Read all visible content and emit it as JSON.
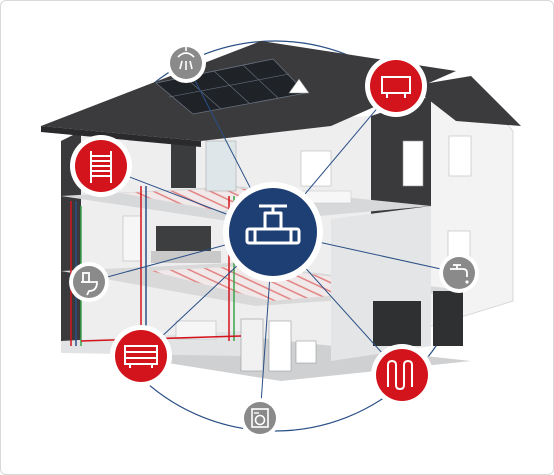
{
  "scene": {
    "subject": "house-cutaway-heating-plumbing",
    "colors": {
      "red": "#d4141c",
      "navy": "#1d3f73",
      "gray_icon": "#8a8a8a",
      "roof": "#3b3b3d",
      "wall": "#e9eaea",
      "dark_wall": "#3a3a3c",
      "floor_heating": "#e88a8a",
      "connector": "#2a4f86"
    },
    "icons": [
      {
        "id": "central",
        "icon": "pipe-fitting-icon",
        "style": "navy"
      },
      {
        "id": "shower",
        "icon": "shower-icon",
        "style": "gray"
      },
      {
        "id": "wall-radiator",
        "icon": "wall-radiator-icon",
        "style": "red"
      },
      {
        "id": "towel-radiator",
        "icon": "towel-radiator-icon",
        "style": "red"
      },
      {
        "id": "toilet",
        "icon": "toilet-icon",
        "style": "gray"
      },
      {
        "id": "faucet",
        "icon": "faucet-icon",
        "style": "gray"
      },
      {
        "id": "floor-radiator",
        "icon": "radiator-icon",
        "style": "red"
      },
      {
        "id": "underfloor-heating",
        "icon": "underfloor-heating-icon",
        "style": "red"
      },
      {
        "id": "washing-machine",
        "icon": "washing-machine-icon",
        "style": "gray"
      }
    ]
  }
}
